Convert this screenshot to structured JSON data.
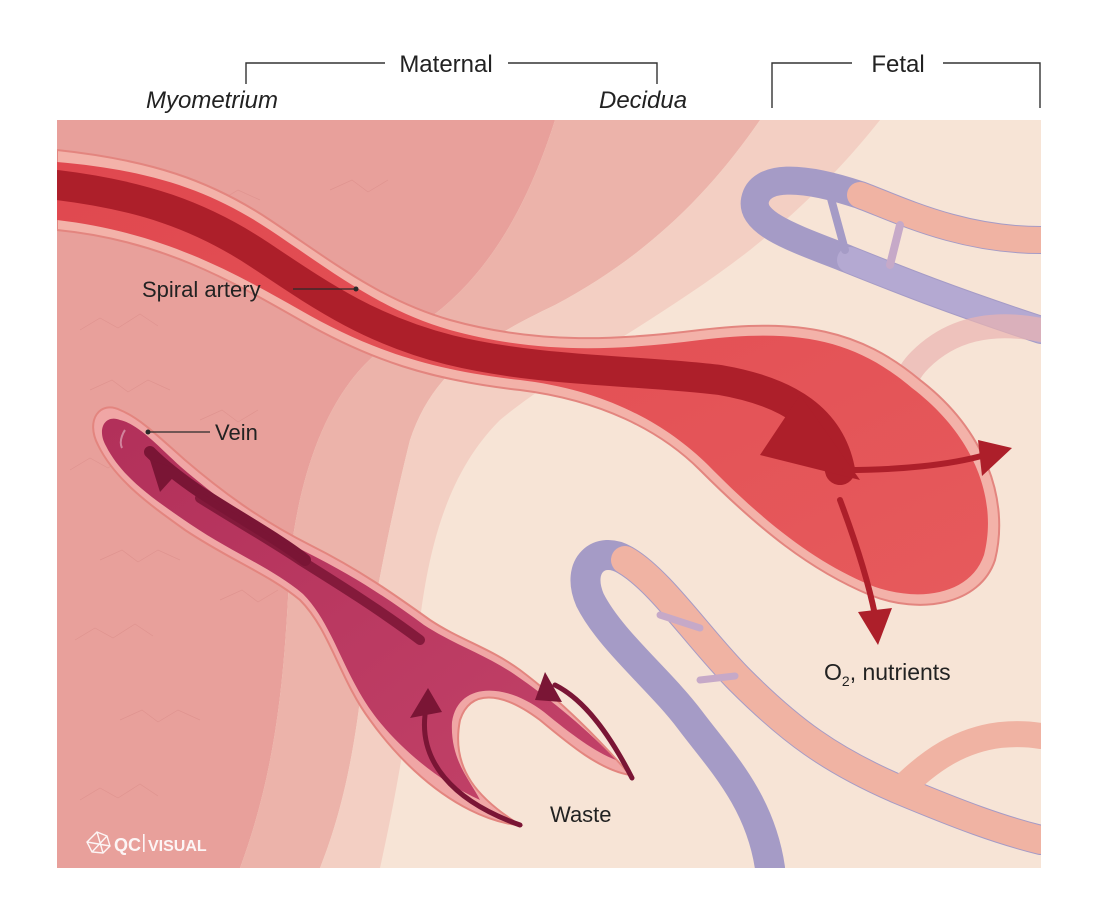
{
  "headers": {
    "maternal": "Maternal",
    "fetal": "Fetal",
    "myometrium": "Myometrium",
    "decidua": "Decidua"
  },
  "labels": {
    "spiral_artery": "Spiral artery",
    "vein": "Vein",
    "o2_main": "O",
    "o2_sub": "2",
    "nutrients": ", nutrients",
    "waste": "Waste"
  },
  "logo": {
    "brand": "QC",
    "suffix": "VISUAL"
  },
  "colors": {
    "artery": "#e65a5c",
    "artery_dark": "#ad1f2a",
    "vein": "#b73a60",
    "vein_dark": "#7a1535",
    "fetal_vein": "#a59bc6",
    "fetal_artery": "#f0b3a3",
    "tissue": "#e99e98"
  }
}
